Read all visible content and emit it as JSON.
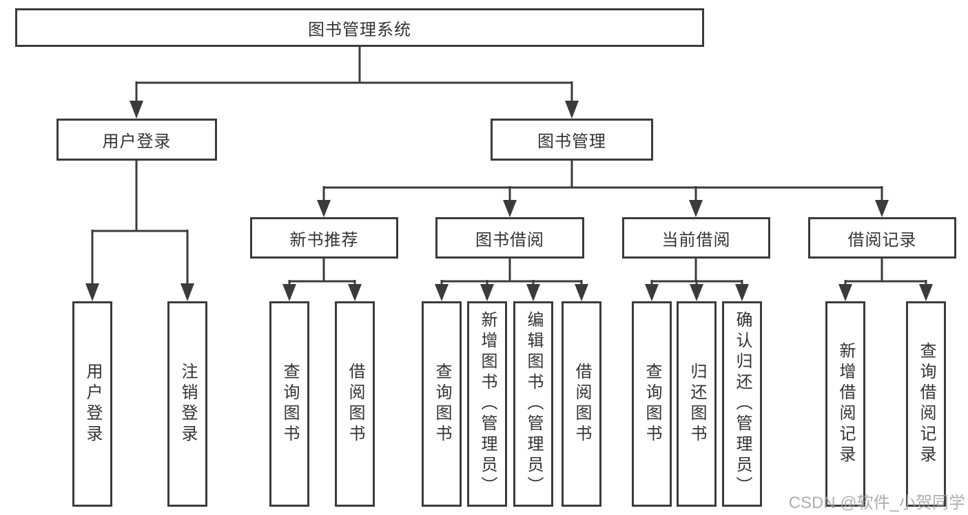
{
  "tree": {
    "root": {
      "label": "图书管理系统"
    },
    "user_login": {
      "label": "用户登录",
      "leaves": [
        {
          "label": "用户登录"
        },
        {
          "label": "注销登录"
        }
      ]
    },
    "book_mgmt": {
      "label": "图书管理",
      "groups": [
        {
          "label": "新书推荐",
          "leaves": [
            {
              "label": "查询图书"
            },
            {
              "label": "借阅图书"
            }
          ]
        },
        {
          "label": "图书借阅",
          "leaves": [
            {
              "label": "查询图书"
            },
            {
              "label": "新增图书（管理员）"
            },
            {
              "label": "编辑图书（管理员）"
            },
            {
              "label": "借阅图书"
            }
          ]
        },
        {
          "label": "当前借阅",
          "leaves": [
            {
              "label": "查询图书"
            },
            {
              "label": "归还图书"
            },
            {
              "label": "确认归还（管理员）"
            }
          ]
        },
        {
          "label": "借阅记录",
          "leaves": [
            {
              "label": "新增借阅记录"
            },
            {
              "label": "查询借阅记录"
            }
          ]
        }
      ]
    }
  },
  "watermark": {
    "text": "CSDN @软件_小贺同学"
  },
  "colors": {
    "line": "#3b3b3b",
    "box_border": "#3b3b3b",
    "text": "#333333",
    "background": "#ffffff",
    "watermark": "#a0a0a0"
  }
}
